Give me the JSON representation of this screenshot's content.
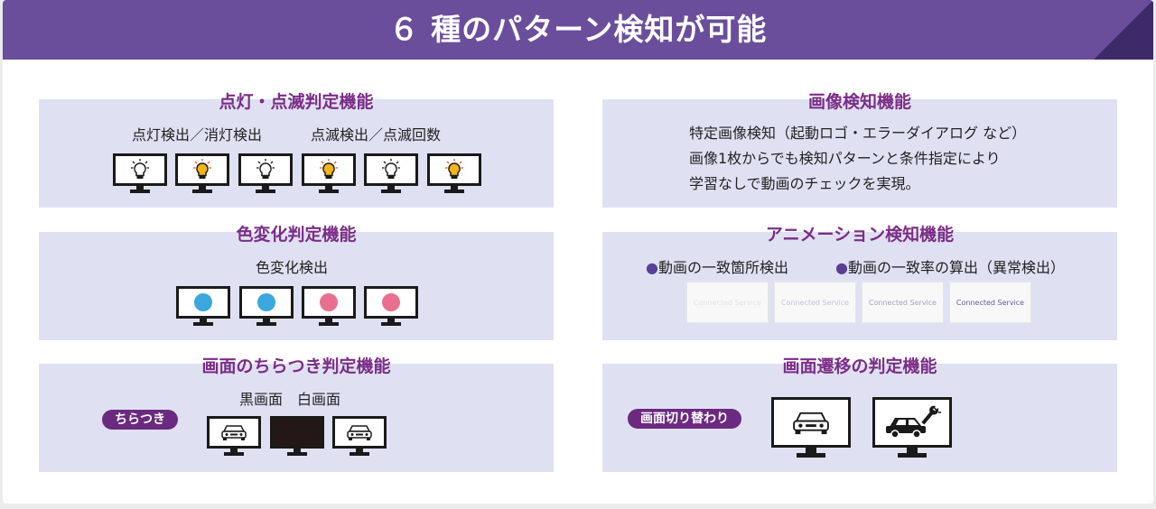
{
  "banner": {
    "title": "６ 種のパターン検知が可能"
  },
  "colors": {
    "banner": "#6a4e9c",
    "panel": "#dfe1f3",
    "title": "#7b2d86",
    "pill": "#6b2a80",
    "bulb_on": "#f5b417",
    "bulb_off": "#ffffff",
    "dot_blue": "#3aa8dd",
    "dot_pink": "#e8708e"
  },
  "panels": {
    "lighting": {
      "title": "点灯・点滅判定機能",
      "label_left": "点灯検出／消灯検出",
      "label_right": "点滅検出／点滅回数",
      "monitors": [
        "bulb-off",
        "bulb-on",
        "bulb-off",
        "bulb-on",
        "bulb-off",
        "bulb-on"
      ]
    },
    "color": {
      "title": "色変化判定機能",
      "label": "色変化検出",
      "monitors": [
        "blue",
        "blue",
        "pink",
        "pink"
      ]
    },
    "flicker": {
      "title": "画面のちらつき判定機能",
      "label": "黒画面　白画面",
      "pill": "ちらつき",
      "monitors": [
        "car",
        "black",
        "car"
      ]
    },
    "image": {
      "title": "画像検知機能",
      "lines": [
        "特定画像検知（起動ロゴ・エラーダイアログ など）",
        "画像1枚からでも検知パターンと条件指定により",
        "学習なしで動画のチェックを実現。"
      ]
    },
    "animation": {
      "title": "アニメーション検知機能",
      "bullet_a": "●動画の一致箇所検出",
      "bullet_b": "●動画の一致率の算出（異常検出）",
      "tiles": [
        "Connected Service",
        "Connected Service",
        "Connected Service",
        "Connected Service"
      ]
    },
    "transition": {
      "title": "画面遷移の判定機能",
      "pill": "画面切り替わり",
      "monitors": [
        "car",
        "car-repair"
      ]
    }
  }
}
